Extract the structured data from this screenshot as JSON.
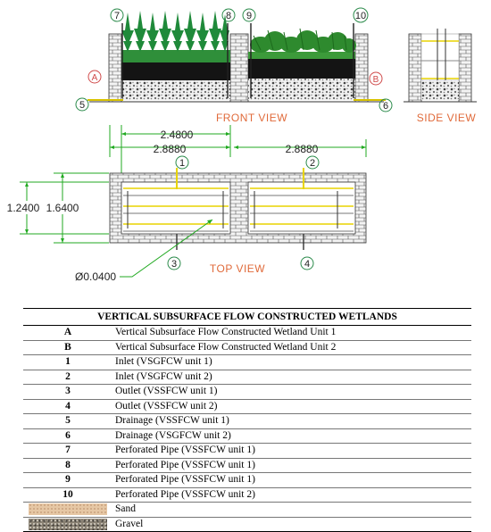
{
  "drawing": {
    "front_view_label": "FRONT VIEW",
    "side_view_label": "SIDE VIEW",
    "top_view_label": "TOP VIEW",
    "unit_a": "A",
    "unit_b": "B",
    "callouts": [
      "1",
      "2",
      "3",
      "4",
      "5",
      "6",
      "7",
      "8",
      "9",
      "10"
    ],
    "dims": {
      "inner_length": "2.4800",
      "outer_length_1": "2.8880",
      "outer_length_2": "2.8880",
      "inner_width": "1.2400",
      "outer_width": "1.6400",
      "pipe_diameter": "Ø0.0400"
    },
    "colors": {
      "brick": "#9a9a9a",
      "soil_dark": "#141414",
      "vegetation": "#2f8f3a",
      "pipe_yellow": "#e8d400",
      "dimension_green": "#22aa22",
      "callout_green": "#2a8a4a",
      "unit_red": "#d04a4a",
      "view_label": "#e06a3a"
    }
  },
  "legend": {
    "title": "VERTICAL SUBSURFACE FLOW CONSTRUCTED WETLANDS",
    "rows": [
      {
        "key": "A",
        "desc": "Vertical Subsurface Flow Constructed Wetland Unit 1"
      },
      {
        "key": "B",
        "desc": "Vertical Subsurface Flow Constructed Wetland Unit 2"
      },
      {
        "key": "1",
        "desc": "Inlet (VSGFCW unit 1)"
      },
      {
        "key": "2",
        "desc": "Inlet (VSGFCW unit 2)"
      },
      {
        "key": "3",
        "desc": "Outlet (VSSFCW unit 1)"
      },
      {
        "key": "4",
        "desc": "Outlet (VSSFCW unit 2)"
      },
      {
        "key": "5",
        "desc": "Drainage (VSSFCW unit 1)"
      },
      {
        "key": "6",
        "desc": "Drainage (VSGFCW unit 2)"
      },
      {
        "key": "7",
        "desc": "Perforated Pipe (VSSFCW unit 1)"
      },
      {
        "key": "8",
        "desc": "Perforated Pipe (VSSFCW unit 1)"
      },
      {
        "key": "9",
        "desc": "Perforated Pipe (VSSFCW unit 1)"
      },
      {
        "key": "10",
        "desc": "Perforated Pipe (VSSFCW unit 2)"
      }
    ],
    "sand_label": "Sand",
    "gravel_label": "Gravel"
  }
}
